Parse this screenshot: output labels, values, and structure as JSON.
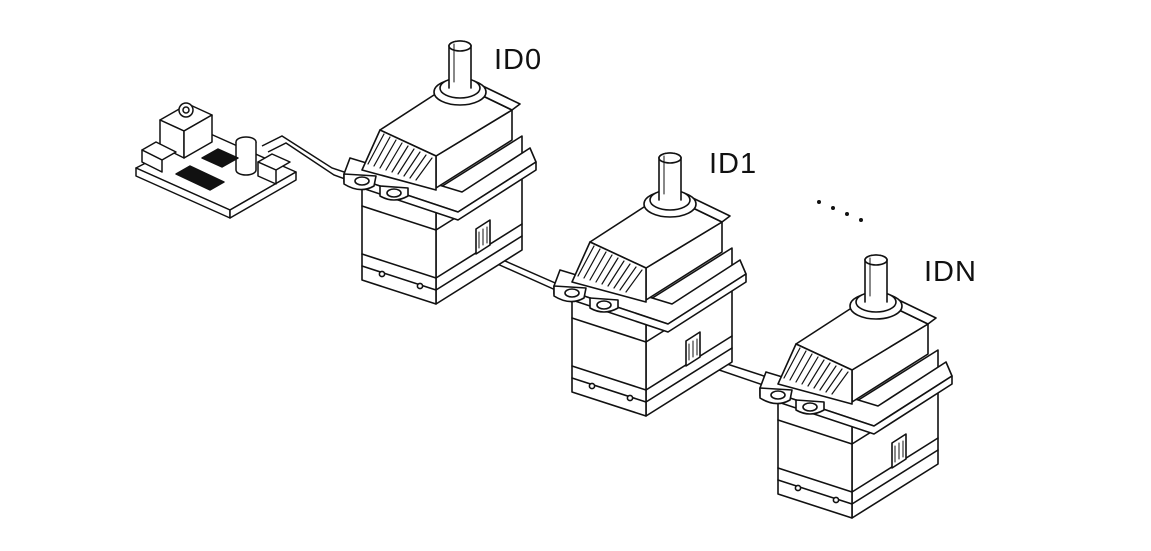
{
  "diagram": {
    "labels": {
      "servo_0": "ID0",
      "servo_1": "ID1",
      "servo_n": "IDN"
    }
  },
  "colors": {
    "stroke": "#111111",
    "fill": "#ffffff",
    "background": "#ffffff"
  }
}
